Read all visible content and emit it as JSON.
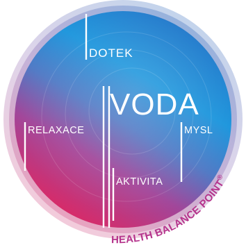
{
  "labels": {
    "center": "VODA",
    "top": "DOTEK",
    "left": "RELAXACE",
    "right": "MYSL",
    "bottom": "AKTIVITA"
  },
  "brand": {
    "text": "HEALTH BALANCE POINT",
    "trademark": "®",
    "color": "#b5348c"
  },
  "colors": {
    "blue": "#1683d1",
    "blue_light": "#45b0e6",
    "magenta": "#d42a6e",
    "violet": "#7a4ea0",
    "label_color": "#ffffff"
  }
}
